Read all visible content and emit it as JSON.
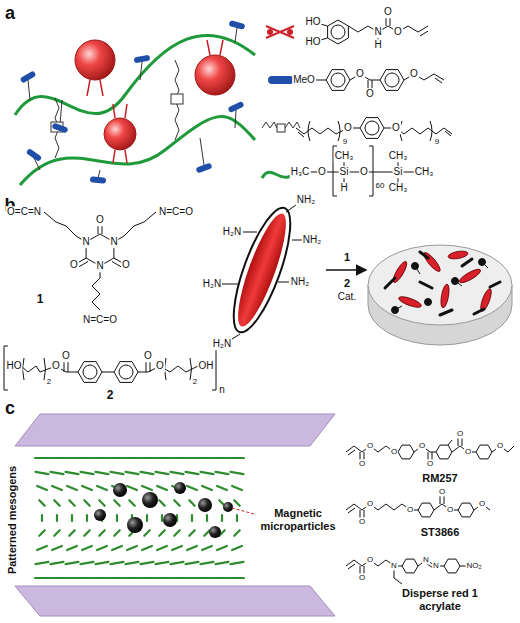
{
  "diagram": {
    "labels": [
      "a",
      "HO",
      "HO",
      "N",
      "H",
      "O",
      "O",
      "MeO",
      "O",
      "O",
      "O",
      "9",
      "O",
      "O",
      "9",
      "H₃C",
      "O",
      "CH₃",
      "Si",
      "H",
      "O",
      "60",
      "CH₃",
      "Si",
      "CH₃",
      "CH₃",
      "b",
      "O=C=N",
      "N=C=O",
      "O",
      "N",
      "N",
      "O",
      "O",
      "N",
      "N=C=O",
      "1",
      "HO",
      "2",
      "O",
      "O",
      "O",
      "O",
      "2",
      "OH",
      "n",
      "2",
      "NH₂",
      "NH₂",
      "NH₂",
      "H₂N",
      "H₂N",
      "H₂N",
      "1",
      "2",
      "Cat.",
      "c",
      "Patterned mesogens",
      "Magnetic microparticles",
      "O",
      "O",
      "O",
      "O",
      "O",
      "O",
      "O",
      "O",
      "RM257",
      "O",
      "O",
      "O",
      "O",
      "O",
      "O",
      "ST3866",
      "O",
      "O",
      "N",
      "N",
      "N",
      "NO₂",
      "Disperse red 1 acrylate"
    ]
  }
}
